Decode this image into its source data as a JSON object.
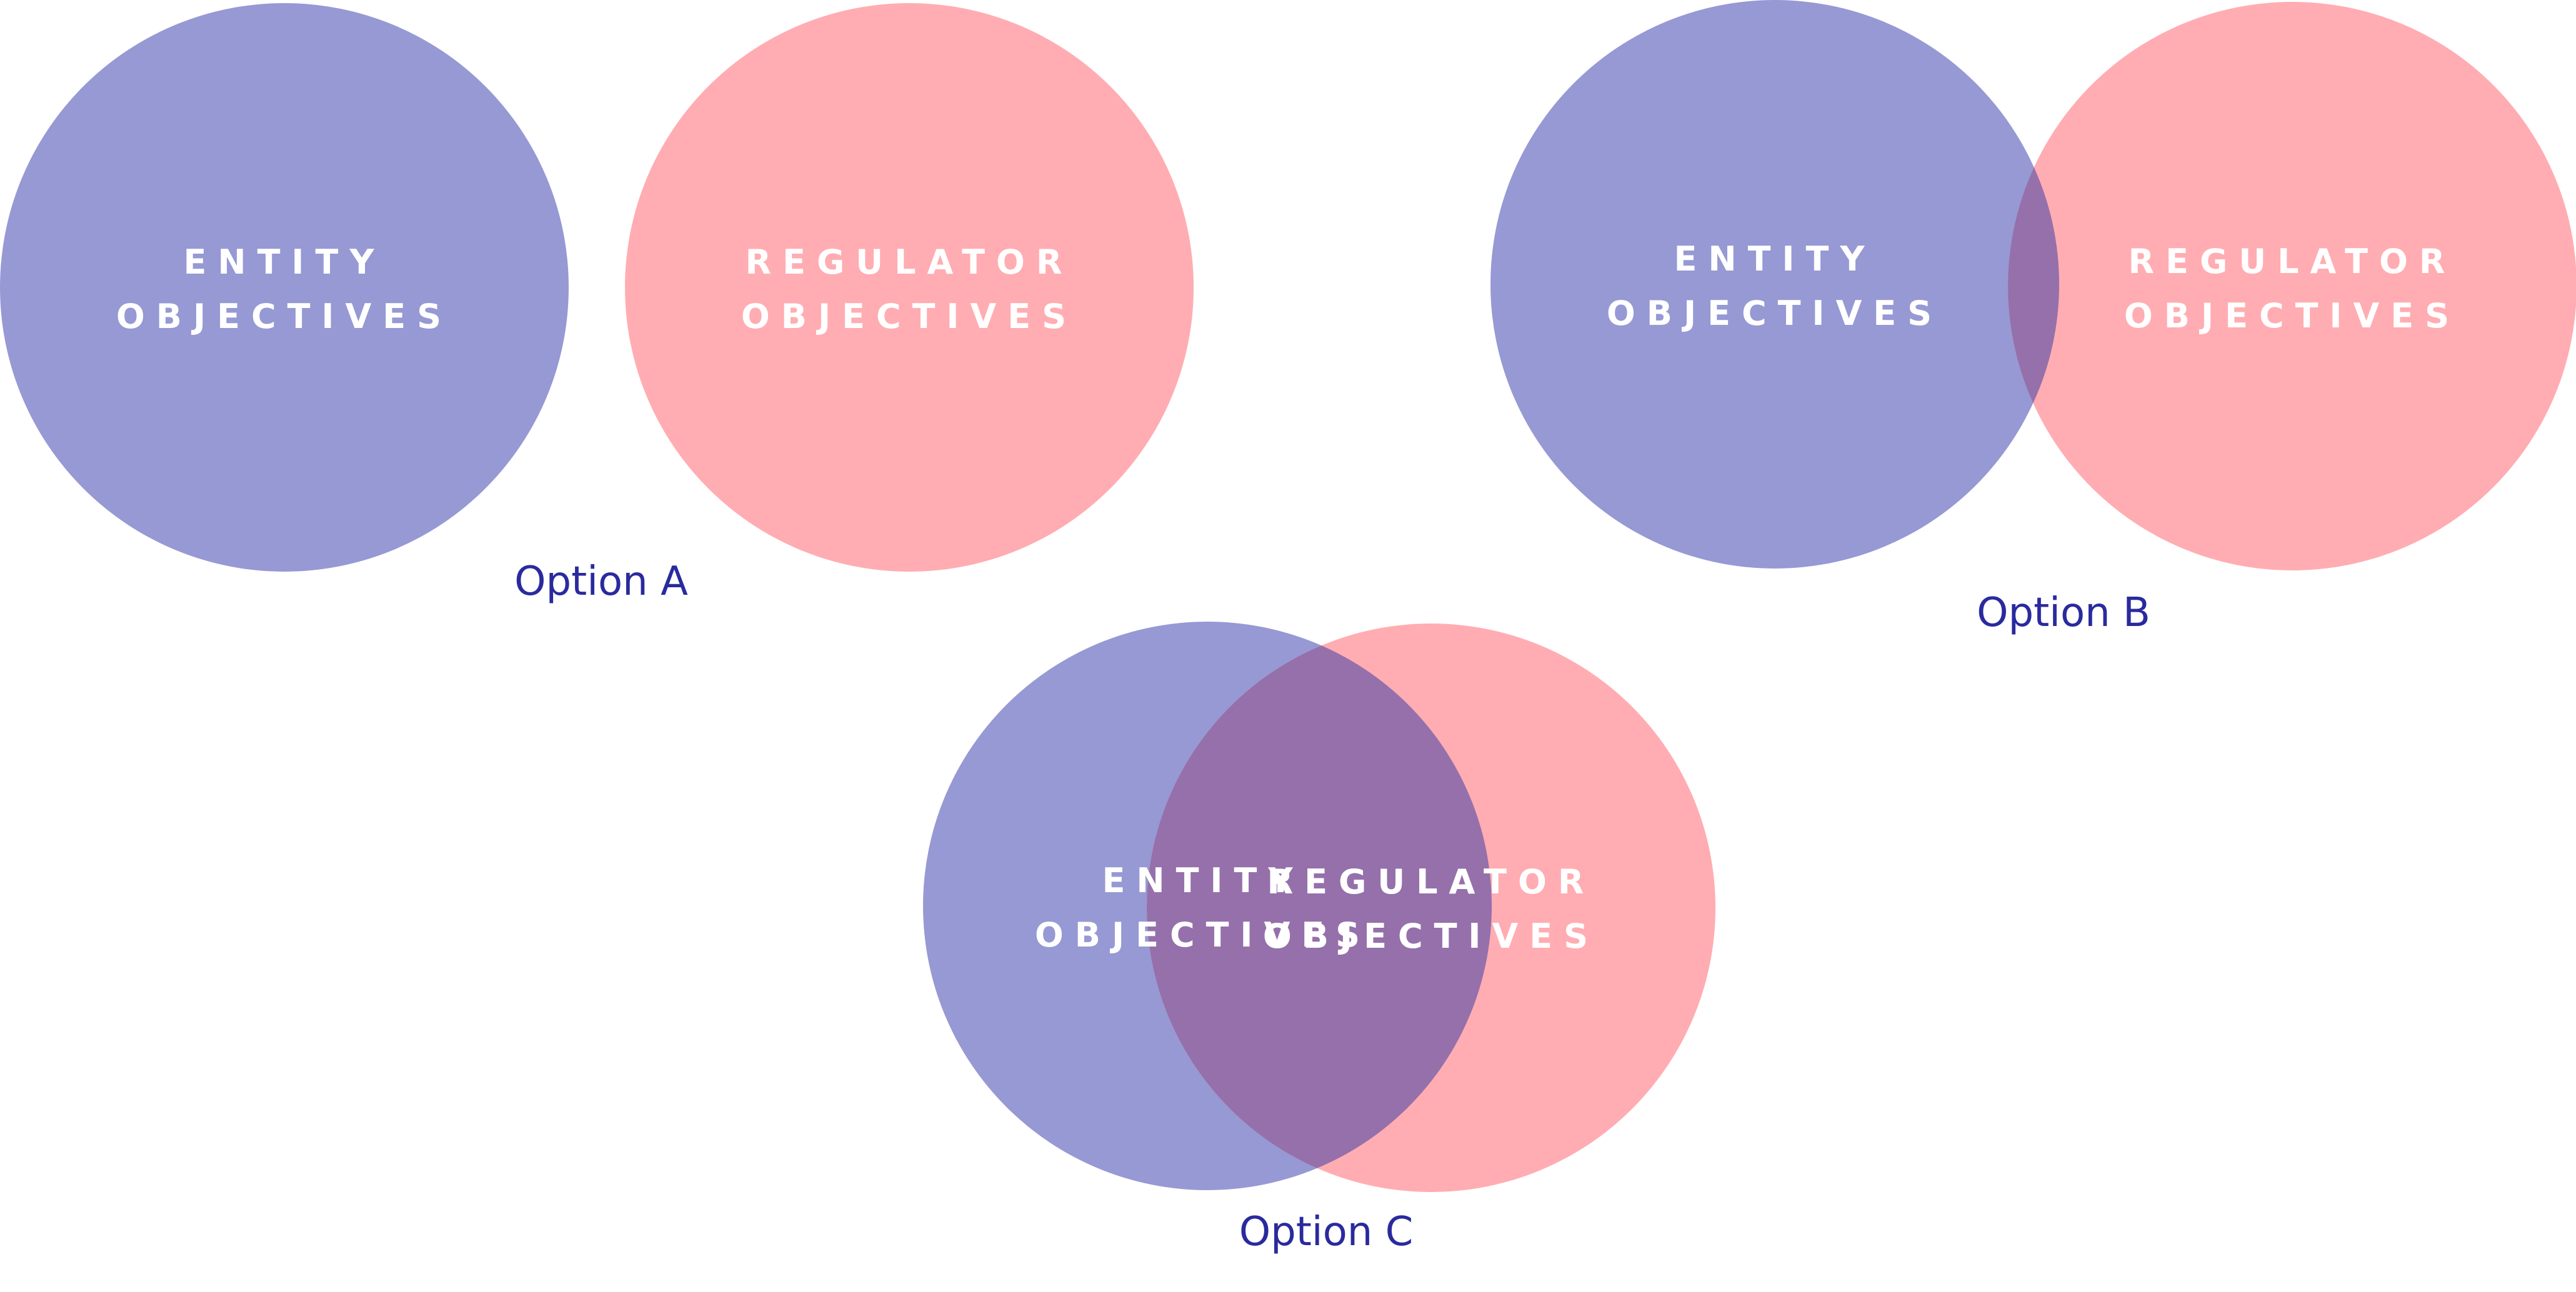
{
  "colors": {
    "entity": "#9699d3",
    "regulator": "#ffadb2",
    "overlap": "#9570ab",
    "label": "#ffffff",
    "option_label": "#2a2a9e"
  },
  "labels": {
    "entity_line1": "ENTITY",
    "entity_line2": "OBJECTIVES",
    "regulator_line1": "REGULATOR",
    "regulator_line2": "OBJECTIVES"
  },
  "options": {
    "a": "Option A",
    "b": "Option B",
    "c": "Option C"
  }
}
